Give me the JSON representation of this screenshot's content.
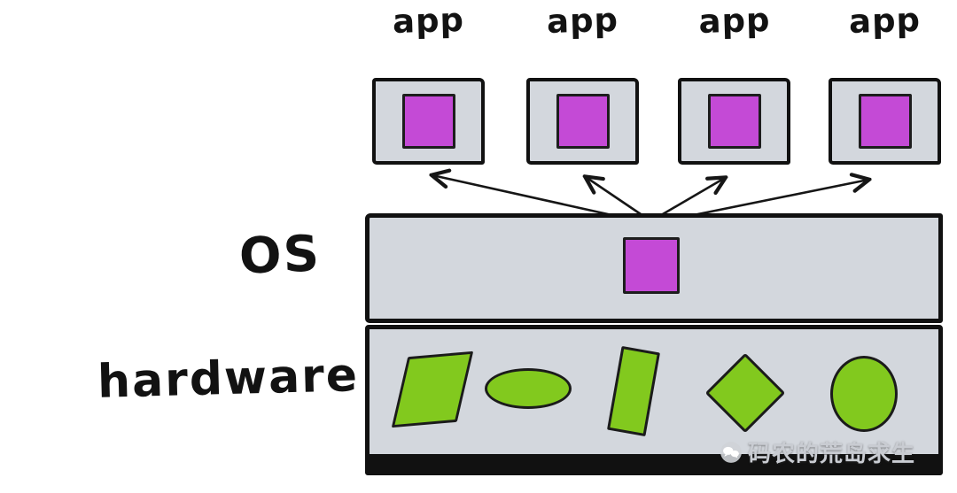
{
  "title": "apps-os-hardware layered diagram",
  "apps": [
    {
      "label": "app"
    },
    {
      "label": "app"
    },
    {
      "label": "app"
    },
    {
      "label": "app"
    }
  ],
  "os": {
    "label": "OS"
  },
  "hardware": {
    "label": "hardware",
    "shapes": [
      "parallelogram",
      "ellipse",
      "slanted-rectangle",
      "diamond",
      "circle"
    ]
  },
  "watermark": {
    "text": "码农的荒岛求生",
    "icon": "chat-bubbles-icon"
  },
  "colors": {
    "background": "#ffffff",
    "box_fill": "#d3d7dd",
    "purple": "#c44ad6",
    "green": "#82c91e",
    "stroke": "#111111",
    "watermark_text": "#c9ccd2"
  }
}
